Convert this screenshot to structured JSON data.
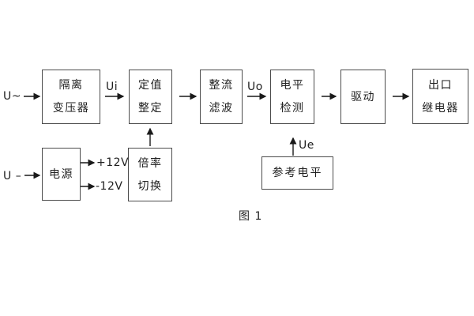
{
  "figure_caption": "图 1",
  "boxes": {
    "isolation_transformer": {
      "line1": "隔离",
      "line2": "变压器"
    },
    "setpoint_adjust": {
      "line1": "定值",
      "line2": "整定"
    },
    "rectifier_filter": {
      "line1": "整流",
      "line2": "滤波"
    },
    "level_detector": {
      "line1": "电平",
      "line2": "检测"
    },
    "driver": {
      "label": "驱动"
    },
    "output_relay": {
      "line1": "出口",
      "line2": "继电器"
    },
    "power_supply": {
      "label": "电源"
    },
    "ratio_switch": {
      "line1": "倍率",
      "line2": "切换"
    },
    "reference_level": {
      "label": "参考电平"
    }
  },
  "signals": {
    "ac_input": "U~",
    "dc_input": "U –",
    "ui": "Ui",
    "uo": "Uo",
    "ue": "Ue",
    "plus_12v": "+12V",
    "minus_12v": "-12V"
  },
  "colors": {
    "background": "#ffffff",
    "box_border": "#4c4c4c",
    "wire": "#1a1a1a",
    "text": "#1f1f1f"
  }
}
